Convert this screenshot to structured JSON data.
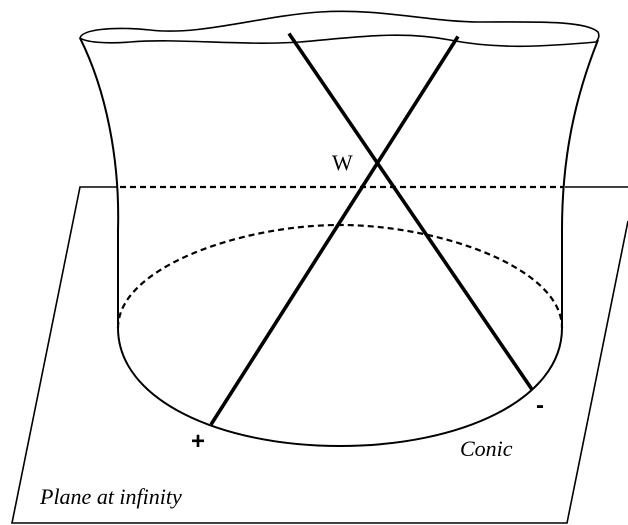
{
  "labels": {
    "vertex": "W",
    "plus_sign": "+",
    "minus_sign": "-",
    "conic": "Conic",
    "plane": "Plane at infinity"
  },
  "colors": {
    "stroke": "#000000",
    "background": "#ffffff"
  }
}
